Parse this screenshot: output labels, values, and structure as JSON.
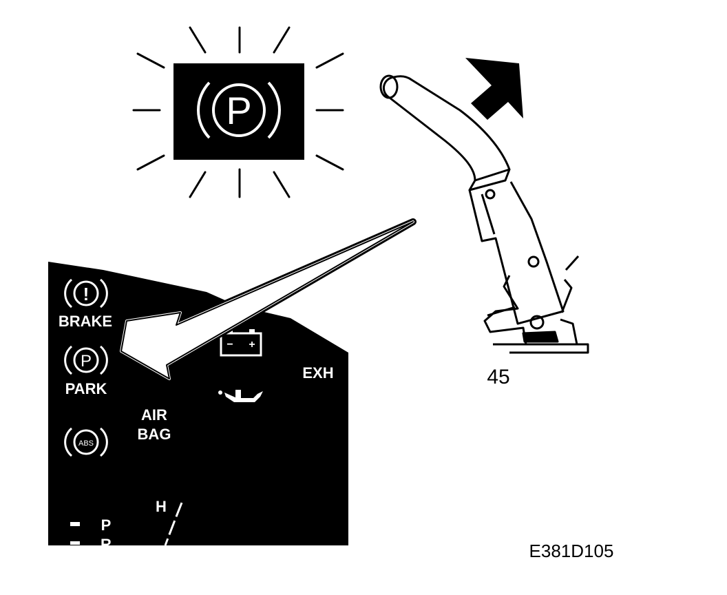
{
  "panel": {
    "brake_label": "BRAKE",
    "brake_symbol": "!",
    "park_label": "PARK",
    "park_symbol": "P",
    "abs_symbol": "ABS",
    "airbag_line1": "AIR",
    "airbag_line2": "BAG",
    "exh_label": "EXH",
    "battery_minus": "−",
    "battery_plus": "+",
    "gauge_h": "H",
    "gear_p": "P",
    "gear_r": "R"
  },
  "warning_lamp": {
    "symbol": "P"
  },
  "lever": {
    "caption": "45"
  },
  "figure_code": "E381D105"
}
